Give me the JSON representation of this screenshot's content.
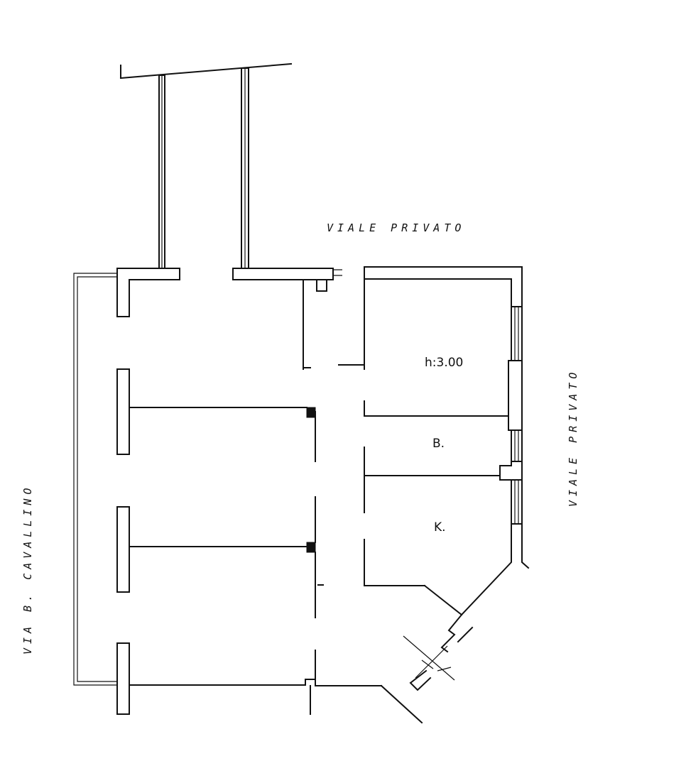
{
  "labels": {
    "street_top": "VIALE PRIVATO",
    "street_right": "VIALE PRIVATO",
    "street_left": "VIA B. CAVALLINO"
  },
  "rooms": {
    "height_label": "h:3.00",
    "bathroom": "B.",
    "kitchen": "K."
  }
}
